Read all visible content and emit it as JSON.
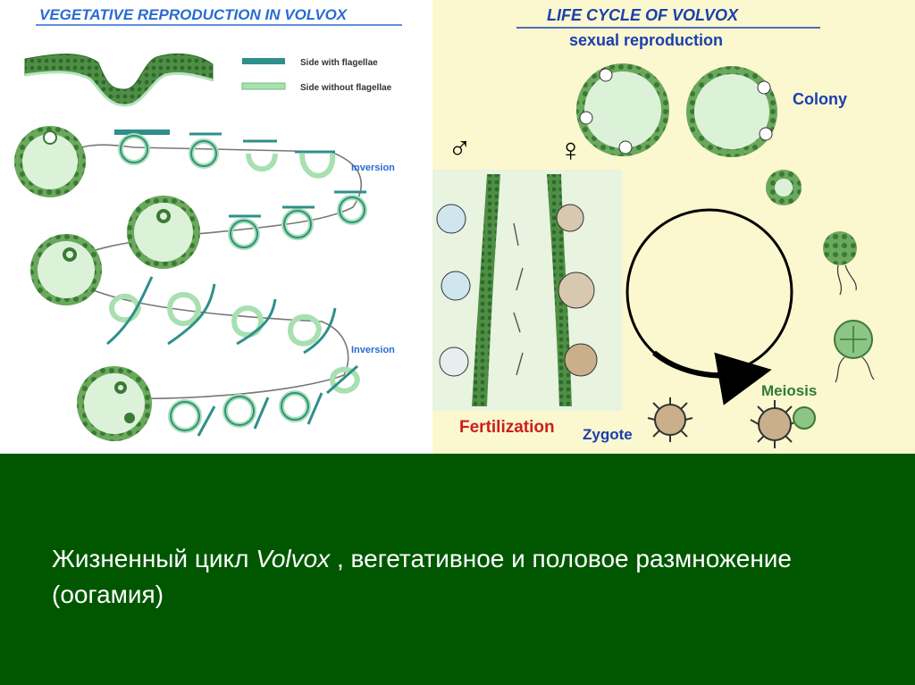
{
  "vegetative": {
    "title": "VEGETATIVE REPRODUCTION IN VOLVOX",
    "legend_flagellae": "Side with flagellae",
    "legend_no_flagellae": "Side without flagellae",
    "inversion_1": "Inversion",
    "inversion_2": "Inversion",
    "colors": {
      "flagellae_side": "#2f8f8a",
      "no_flagellae_side": "#a8e0b0",
      "cell_dark": "#3e7a3a"
    }
  },
  "sexual": {
    "title": "LIFE CYCLE OF VOLVOX",
    "subtitle": "sexual reproduction",
    "colony": "Colony",
    "male_symbol": "♂",
    "female_symbol": "♀",
    "fertilization": "Fertilization",
    "zygote": "Zygote",
    "meiosis": "Meiosis",
    "colors": {
      "title_blue": "#1a3fae",
      "fertilization_red": "#cc1f1a",
      "meiosis_green": "#2e7d32"
    }
  },
  "caption": {
    "before": "Жизненный цикл ",
    "italic": "Volvox",
    "after": " , вегетативное и половое размножение (оогамия)"
  }
}
